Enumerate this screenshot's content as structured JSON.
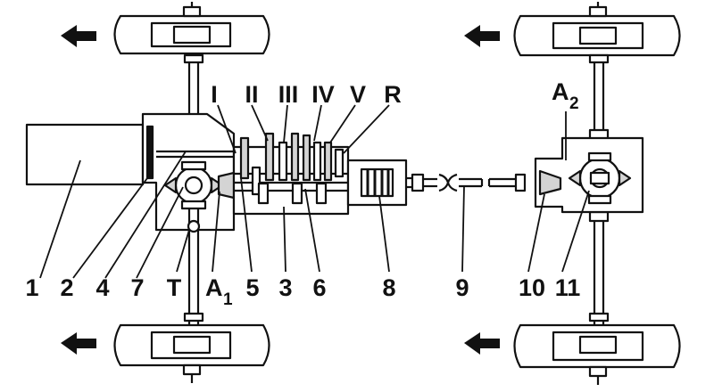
{
  "diagram": {
    "roman_labels": [
      "I",
      "II",
      "III",
      "IV",
      "V",
      "R"
    ],
    "upper_label": {
      "main": "A",
      "sub": "2"
    },
    "bottom_labels": [
      {
        "main": "1"
      },
      {
        "main": "2"
      },
      {
        "main": "4"
      },
      {
        "main": "7"
      },
      {
        "main": "T"
      },
      {
        "main": "A",
        "sub": "1"
      },
      {
        "main": "5"
      },
      {
        "main": "3"
      },
      {
        "main": "6"
      },
      {
        "main": "8"
      },
      {
        "main": "9"
      },
      {
        "main": "10"
      },
      {
        "main": "11"
      }
    ],
    "ink_color": "#111111",
    "shade_color": "#d4d4d4",
    "arrow_icon": "direction-arrow-left"
  }
}
